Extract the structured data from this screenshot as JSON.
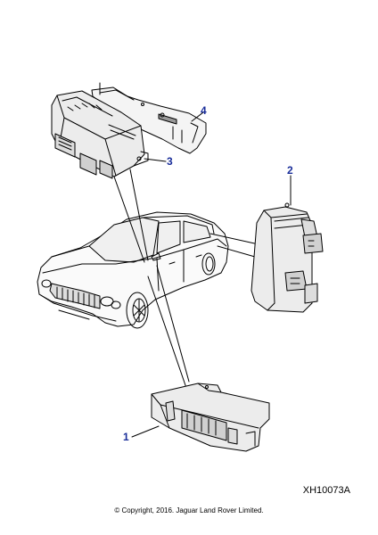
{
  "callouts": {
    "c1": "1",
    "c2": "2",
    "c3": "3",
    "c4": "4"
  },
  "reference_code": "XH10073A",
  "copyright": "© Copyright, 2016. Jaguar Land Rover Limited.",
  "colors": {
    "callout": "#1a2e9a",
    "line": "#000000",
    "module_fill": "#eaeaea"
  }
}
